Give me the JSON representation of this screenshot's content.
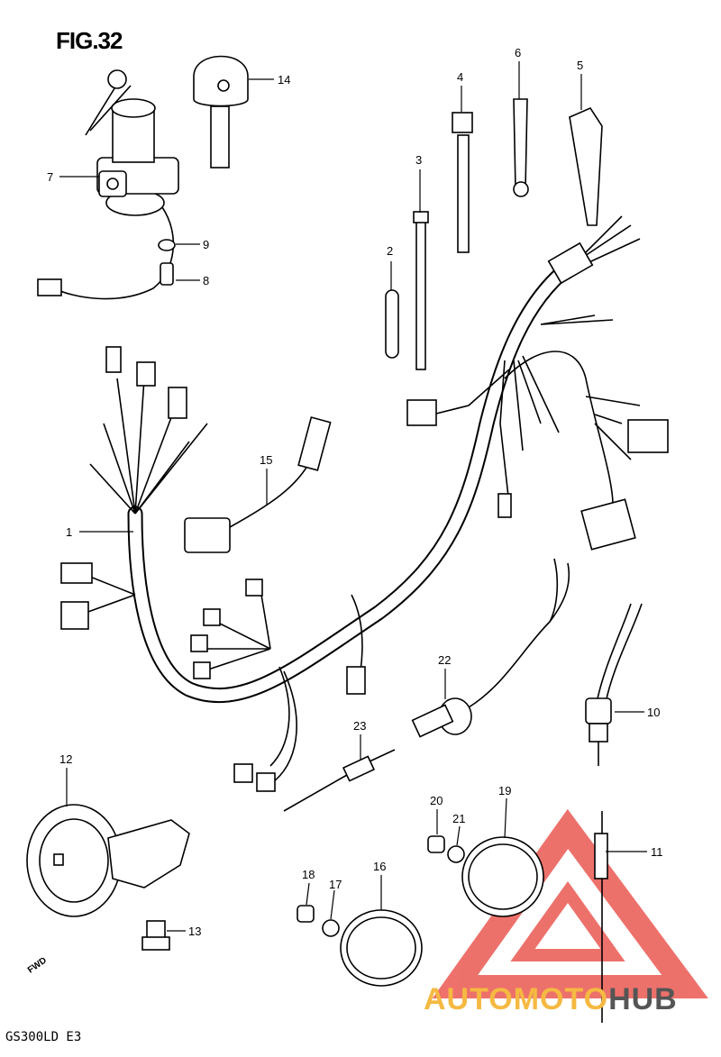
{
  "figure": {
    "title": "FIG.32",
    "model": "GS300LD E3",
    "fwd_label": "FWD"
  },
  "callouts": [
    "1",
    "2",
    "3",
    "4",
    "5",
    "6",
    "7",
    "8",
    "9",
    "10",
    "11",
    "12",
    "13",
    "14",
    "15",
    "16",
    "17",
    "18",
    "19",
    "20",
    "21",
    "22",
    "23"
  ],
  "watermark": {
    "part1": "AUTOMOTO",
    "part2": "HUB",
    "color_triangle": "#e8423a",
    "color_text1": "#f5b942",
    "color_text2": "#555555"
  }
}
